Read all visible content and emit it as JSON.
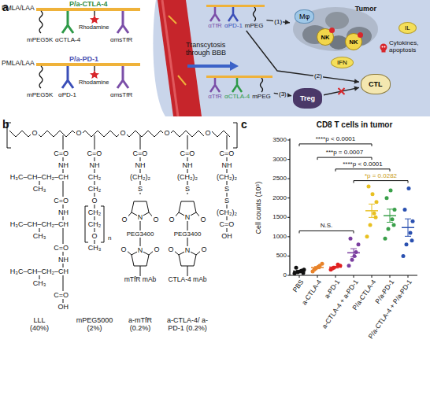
{
  "diagram": {
    "nodes": [
      {
        "text": [
          "αTfR",
          "αPD-1",
          "mPEG"
        ]
      },
      {
        "text": [
          "αTfR",
          "αCTLA-4",
          "mPEG"
        ]
      },
      {
        "text": [
          "Tumor"
        ]
      },
      {
        "text": [
          "Mφ"
        ],
        "in": 2
      },
      {
        "text": [
          "NK"
        ],
        "in": 2
      },
      {
        "text": [
          "NK"
        ],
        "in": 2
      },
      {
        "text": [
          "IL"
        ]
      },
      {
        "text": [
          "IFN"
        ]
      },
      {
        "text": [
          "Treg"
        ]
      },
      {
        "text": [
          "CTL"
        ]
      }
    ],
    "edges": [
      {
        "from": 0,
        "to": 2,
        "arrow": "to",
        "label": "(1)"
      },
      {
        "from": 0,
        "to": 9,
        "arrow": "to",
        "label": "(2)"
      },
      {
        "from": 1,
        "to": 8,
        "arrow": "to",
        "label": "(3)"
      },
      {
        "from": 8,
        "to": 9,
        "arrow": "to"
      }
    ],
    "labels": [
      "a",
      "PMLA/LAA",
      "P/a-CTLA-4",
      "mPEG5K",
      "αCTLA-4",
      "Rhodamine",
      "αmsTfR",
      "PMLA/LAA",
      "P/a-PD-1",
      "mPEG5K",
      "αPD-1",
      "Rhodamine",
      "αmsTfR",
      "Transcytosis through BBB",
      "Cytokines, apoptosis",
      "b",
      "O",
      "O",
      "O",
      "O",
      "O",
      "C=O",
      "NH",
      "H₃C–CH–CH₂–CH",
      "CH₃",
      "C=O",
      "NH",
      "H₃C–CH–CH₂–CH",
      "CH₃",
      "C=O",
      "NH",
      "H₃C–CH–CH₂–CH",
      "CH₃",
      "C=O",
      "OH",
      "LLL (40%)",
      "C=O",
      "NH",
      "CH₂",
      "CH₂",
      "O",
      "CH₂",
      "CH₂",
      "O",
      "n",
      "CH₃",
      "mPEG5000 (2%)",
      "C=O",
      "NH",
      "(CH₂)₂",
      "S",
      "O",
      "N",
      "O",
      "PEG3400",
      "O",
      "N",
      "O",
      "mTfR mAb",
      "a-mTfR (0.2%)",
      "C=O",
      "NH",
      "(CH₂)₂",
      "S",
      "O",
      "N",
      "O",
      "PEG3400",
      "O",
      "N",
      "O",
      "CTLA-4 mAb",
      "a-CTLA-4/ a-PD-1 (0.2%)",
      "C=O",
      "NH",
      "(CH₂)₂",
      "S",
      "S",
      "(CH₂)₂",
      "C=O",
      "OH",
      "c",
      "CD8 T cells in tumor",
      "Cell counts (10⁵)",
      "0",
      "500",
      "1000",
      "1500",
      "2000",
      "2500",
      "3000",
      "3500",
      "PBS",
      "a-CTLA-4",
      "a-PD-1",
      "a-CTLA-4 + a-PD-1",
      "P/a-CTLA-4",
      "P/a-PD-1",
      "P/a-CTLA-4 + P/a-PD-1",
      "****p < 0.0001",
      "***p = 0.0007",
      "****p < 0.0001",
      "*p = 0.0282",
      "N.S."
    ]
  }
}
